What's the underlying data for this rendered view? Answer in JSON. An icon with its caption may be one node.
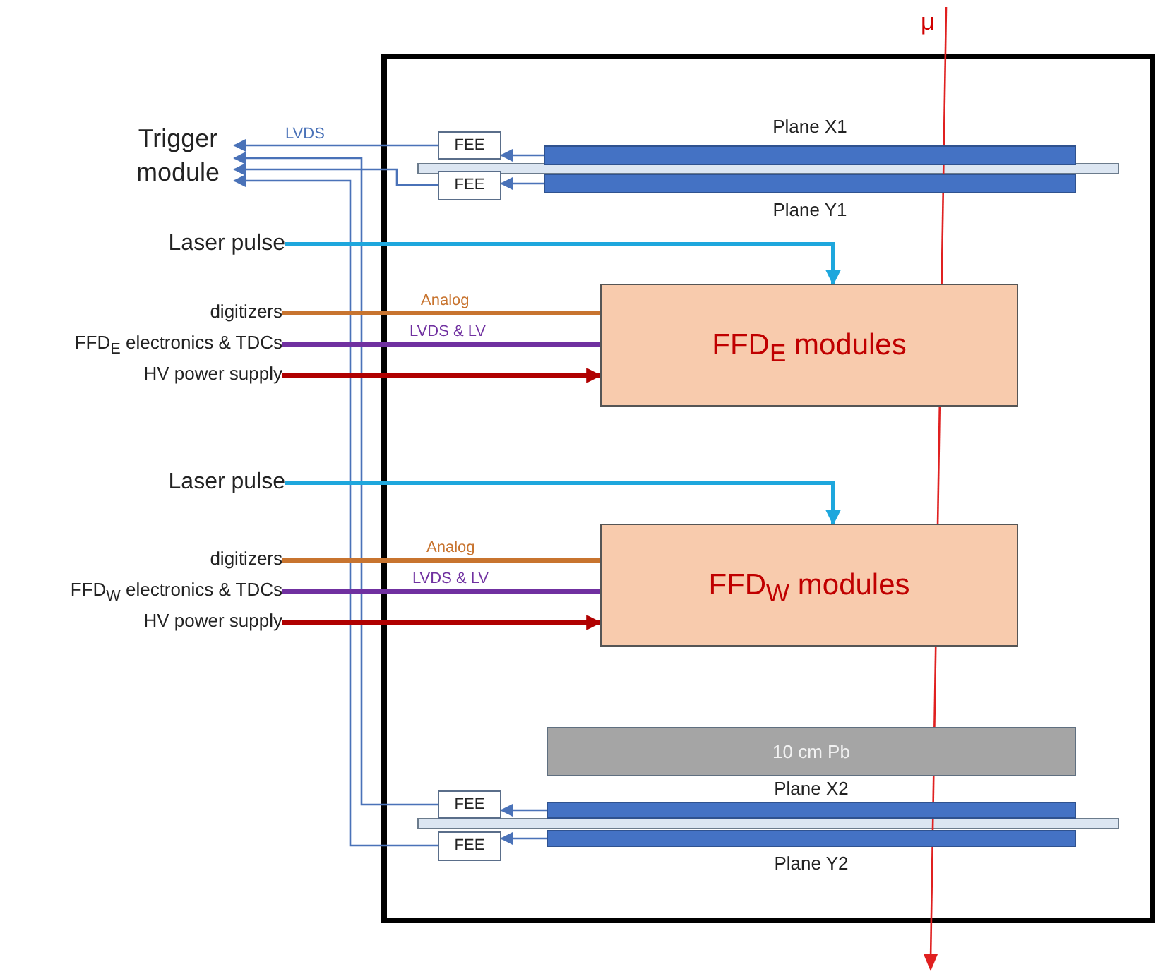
{
  "diagram": {
    "nodes": [
      {
        "text": [
          "Trigger module"
        ]
      },
      {
        "text": [
          "FEE"
        ]
      },
      {
        "text": [
          "FEE"
        ]
      },
      {
        "text": [
          "Plane X1"
        ]
      },
      {
        "text": [
          "Plane Y1"
        ]
      },
      {
        "text": [
          "Laser pulse"
        ]
      },
      {
        "text": [
          "FFD$_{E}$ modules"
        ]
      },
      {
        "text": [
          "digitizers"
        ]
      },
      {
        "text": [
          "FFD$_{E}$ electronics & TDCs"
        ]
      },
      {
        "text": [
          "HV power supply"
        ]
      },
      {
        "text": [
          "Laser pulse"
        ]
      },
      {
        "text": [
          "FFD$_{W}$ modules"
        ]
      },
      {
        "text": [
          "digitizers"
        ]
      },
      {
        "text": [
          "FFD$_{W}$ electronics & TDCs"
        ]
      },
      {
        "text": [
          "HV power supply"
        ]
      },
      {
        "text": [
          "10 cm Pb"
        ]
      },
      {
        "text": [
          "FEE"
        ]
      },
      {
        "text": [
          "FEE"
        ]
      },
      {
        "text": [
          "Plane X2"
        ]
      },
      {
        "text": [
          "Plane Y2"
        ]
      }
    ],
    "edges": [
      {
        "from": 3,
        "to": 1,
        "arrow": "to"
      },
      {
        "from": 4,
        "to": 2,
        "arrow": "to"
      },
      {
        "from": 18,
        "to": 16,
        "arrow": "to"
      },
      {
        "from": 19,
        "to": 17,
        "arrow": "to"
      },
      {
        "from": 1,
        "to": 0,
        "arrow": "to",
        "label": "LVDS"
      },
      {
        "from": 2,
        "to": 0,
        "arrow": "to"
      },
      {
        "from": 16,
        "to": 0,
        "arrow": "to"
      },
      {
        "from": 17,
        "to": 0,
        "arrow": "to"
      },
      {
        "from": 5,
        "to": 6,
        "arrow": "to",
        "style": "thick",
        "color": "#1ea7dd"
      },
      {
        "from": 7,
        "to": 6,
        "arrow": "none",
        "label": "Analog",
        "style": "thick",
        "color": "#c8742f"
      },
      {
        "from": 8,
        "to": 6,
        "arrow": "none",
        "label": "LVDS & LV",
        "style": "thick",
        "color": "#7030a0"
      },
      {
        "from": 9,
        "to": 6,
        "arrow": "to",
        "style": "thick",
        "color": "#b00000"
      },
      {
        "from": 10,
        "to": 11,
        "arrow": "to",
        "style": "thick",
        "color": "#1ea7dd"
      },
      {
        "from": 12,
        "to": 11,
        "arrow": "none",
        "label": "Analog",
        "style": "thick",
        "color": "#c8742f"
      },
      {
        "from": 13,
        "to": 11,
        "arrow": "none",
        "label": "LVDS & LV",
        "style": "thick",
        "color": "#7030a0"
      },
      {
        "from": 14,
        "to": 11,
        "arrow": "to",
        "style": "thick",
        "color": "#b00000"
      }
    ],
    "labels": [
      "μ"
    ]
  }
}
